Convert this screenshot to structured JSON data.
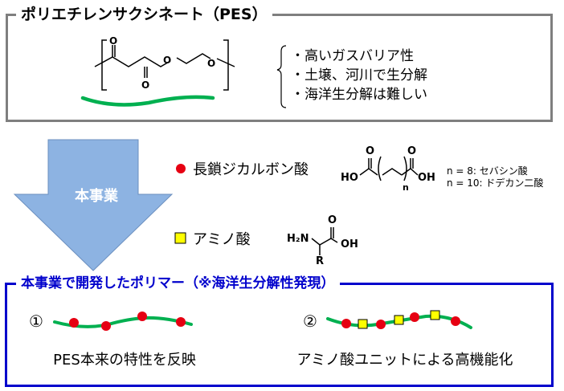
{
  "pes": {
    "title": "ポリエチレンサクシネート（PES）",
    "properties": [
      "・高いガスバリア性",
      "・土壌、河川で生分解",
      "・海洋生分解は難しい"
    ],
    "structure": {
      "o_labels": [
        "O",
        "O",
        "O",
        "O"
      ]
    }
  },
  "arrow": {
    "label": "本事業"
  },
  "components": [
    {
      "marker": "red-circle",
      "label": "長鎖ジカルボン酸",
      "color": "#e60012"
    },
    {
      "marker": "yellow-square",
      "label": "アミノ酸",
      "color": "#ffff00"
    }
  ],
  "dicarboxylic": {
    "ho": "HO",
    "oh": "OH",
    "o1": "O",
    "o2": "O",
    "n": "n",
    "notes": [
      "n = 8: セバシン酸",
      "n = 10: ドデカン二酸"
    ]
  },
  "amino": {
    "h2n": "H₂N",
    "oh": "OH",
    "o": "O",
    "r": "R"
  },
  "developed": {
    "title": "本事業で開発したポリマー（※海洋生分解性発現）",
    "items": [
      {
        "number": "①",
        "caption": "PES本来の特性を反映"
      },
      {
        "number": "②",
        "caption": "アミノ酸ユニットによる高機能化"
      }
    ]
  },
  "colors": {
    "chain": "#00b050",
    "frame_top": "#7f7f7f",
    "frame_bottom": "#0000cc",
    "arrow_fill": "#8db3e2"
  }
}
